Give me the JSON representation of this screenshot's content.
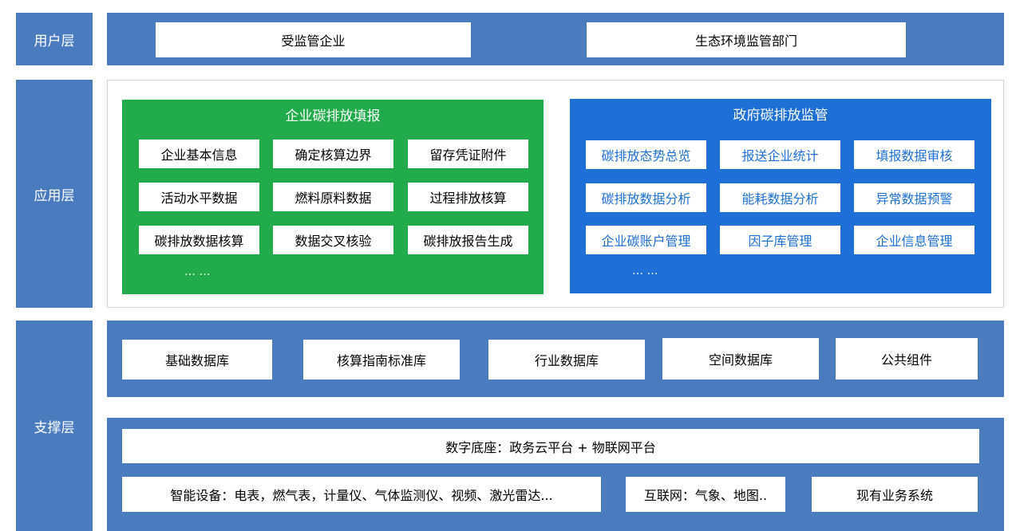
{
  "layers": {
    "user": "用户层",
    "app": "应用层",
    "support": "支撑层"
  },
  "user_layer": {
    "items": [
      "受监管企业",
      "生态环境监管部门"
    ]
  },
  "app_layer": {
    "enterprise": {
      "title": "企业碳排放填报",
      "items": [
        "企业基本信息",
        "确定核算边界",
        "留存凭证附件",
        "活动水平数据",
        "燃料原料数据",
        "过程排放核算",
        "碳排放数据核算",
        "数据交叉核验",
        "碳排放报告生成"
      ],
      "more": "… …"
    },
    "government": {
      "title": "政府碳排放监管",
      "items": [
        "碳排放态势总览",
        "报送企业统计",
        "填报数据审核",
        "碳排放数据分析",
        "能耗数据分析",
        "异常数据预警",
        "企业碳账户管理",
        "因子库管理",
        "企业信息管理"
      ],
      "more": "… …"
    }
  },
  "support_layer": {
    "databases": [
      "基础数据库",
      "核算指南标准库",
      "行业数据库",
      "空间数据库",
      "公共组件"
    ],
    "platform": "数字底座：政务云平台 + 物联网平台",
    "sources": [
      "智能设备：电表，燃气表，计量仪、气体监测仪、视频、激光雷达...",
      "互联网：气象、地图..",
      "现有业务系统"
    ]
  },
  "colors": {
    "band": "#4A7BBE",
    "enterprise": "#21AB4A",
    "government": "#1E6FD6"
  }
}
